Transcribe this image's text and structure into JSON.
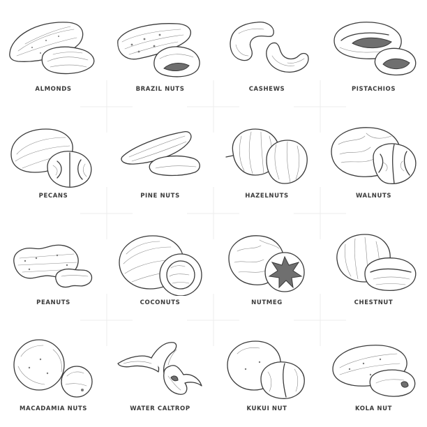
{
  "grid": {
    "cells": [
      {
        "label": "ALMONDS",
        "icon": "almond-icon"
      },
      {
        "label": "BRAZIL NUTS",
        "icon": "brazil-nut-icon"
      },
      {
        "label": "CASHEWS",
        "icon": "cashew-icon"
      },
      {
        "label": "PISTACHIOS",
        "icon": "pistachio-icon"
      },
      {
        "label": "PECANS",
        "icon": "pecan-icon"
      },
      {
        "label": "PINE NUTS",
        "icon": "pine-nut-icon"
      },
      {
        "label": "HAZELNUTS",
        "icon": "hazelnut-icon"
      },
      {
        "label": "WALNUTS",
        "icon": "walnut-icon"
      },
      {
        "label": "PEANUTS",
        "icon": "peanut-icon"
      },
      {
        "label": "COCONUTS",
        "icon": "coconut-icon"
      },
      {
        "label": "NUTMEG",
        "icon": "nutmeg-icon"
      },
      {
        "label": "CHESTNUT",
        "icon": "chestnut-icon"
      },
      {
        "label": "MACADAMIA NUTS",
        "icon": "macadamia-nut-icon"
      },
      {
        "label": "WATER CALTROP",
        "icon": "water-caltrop-icon"
      },
      {
        "label": "KUKUI NUT",
        "icon": "kukui-nut-icon"
      },
      {
        "label": "KOLA NUT",
        "icon": "kola-nut-icon"
      }
    ]
  },
  "colors": {
    "ink": "#3a3a3a",
    "guide": "#ececec",
    "background": "#ffffff"
  }
}
